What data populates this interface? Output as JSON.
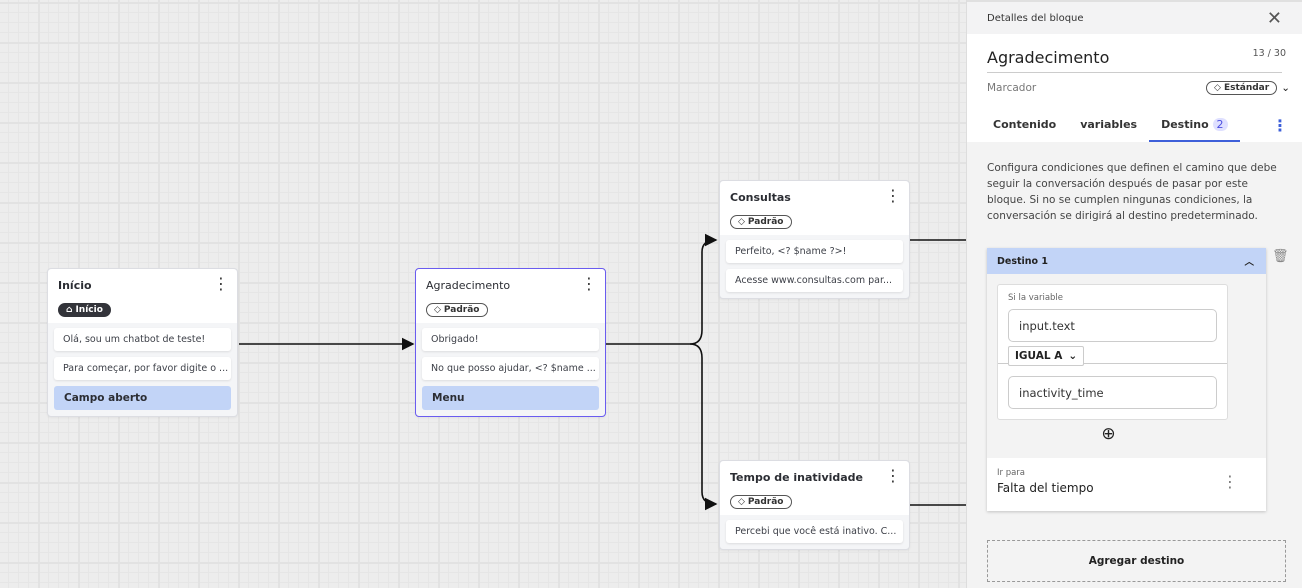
{
  "nodes": [
    {
      "title": "Início",
      "tag": "Início",
      "tag_icon": "home-icon",
      "messages": [
        "Olá, sou um chatbot de teste!",
        "Para começar, por favor digite o ..."
      ],
      "option": "Campo aberto"
    },
    {
      "title": "Agradecimento",
      "tag": "Padrão",
      "tag_icon": "tag-icon",
      "messages": [
        "Obrigado!",
        "No que posso ajudar, <? $name ..."
      ],
      "option": "Menu"
    },
    {
      "title": "Consultas",
      "tag": "Padrão",
      "tag_icon": "tag-icon",
      "messages": [
        "Perfeito, <? $name ?>!",
        "Acesse www.consultas.com par..."
      ]
    },
    {
      "title": "Tempo de inatividade",
      "tag": "Padrão",
      "tag_icon": "tag-icon",
      "messages": [
        "Percebi que você está inativo. C..."
      ]
    }
  ],
  "panel": {
    "header": "Detalles del bloque",
    "name": "Agradecimento",
    "count": "13 / 30",
    "marker_label": "Marcador",
    "marker_value": "Estándar",
    "tabs": [
      {
        "label": "Contenido"
      },
      {
        "label": "variables"
      },
      {
        "label": "Destino",
        "badge": "2"
      }
    ],
    "description": "Configura condiciones que definen el camino que debe seguir la conversación después de pasar por este bloque. Si no se cumplen ningunas condiciones, la conversación se dirigirá al destino predeterminado.",
    "destination": {
      "title": "Destino 1",
      "if_label": "Si la variable",
      "variable": "input.text",
      "operator": "IGUAL A",
      "value": "inactivity_time",
      "goto_label": "Ir para",
      "goto_value": "Falta del tiempo"
    },
    "add_button": "Agregar destino"
  },
  "colors": {
    "accent": "#3d5fd9",
    "selected_border": "#6a5cf0",
    "option_bg": "#c2d4f7"
  }
}
